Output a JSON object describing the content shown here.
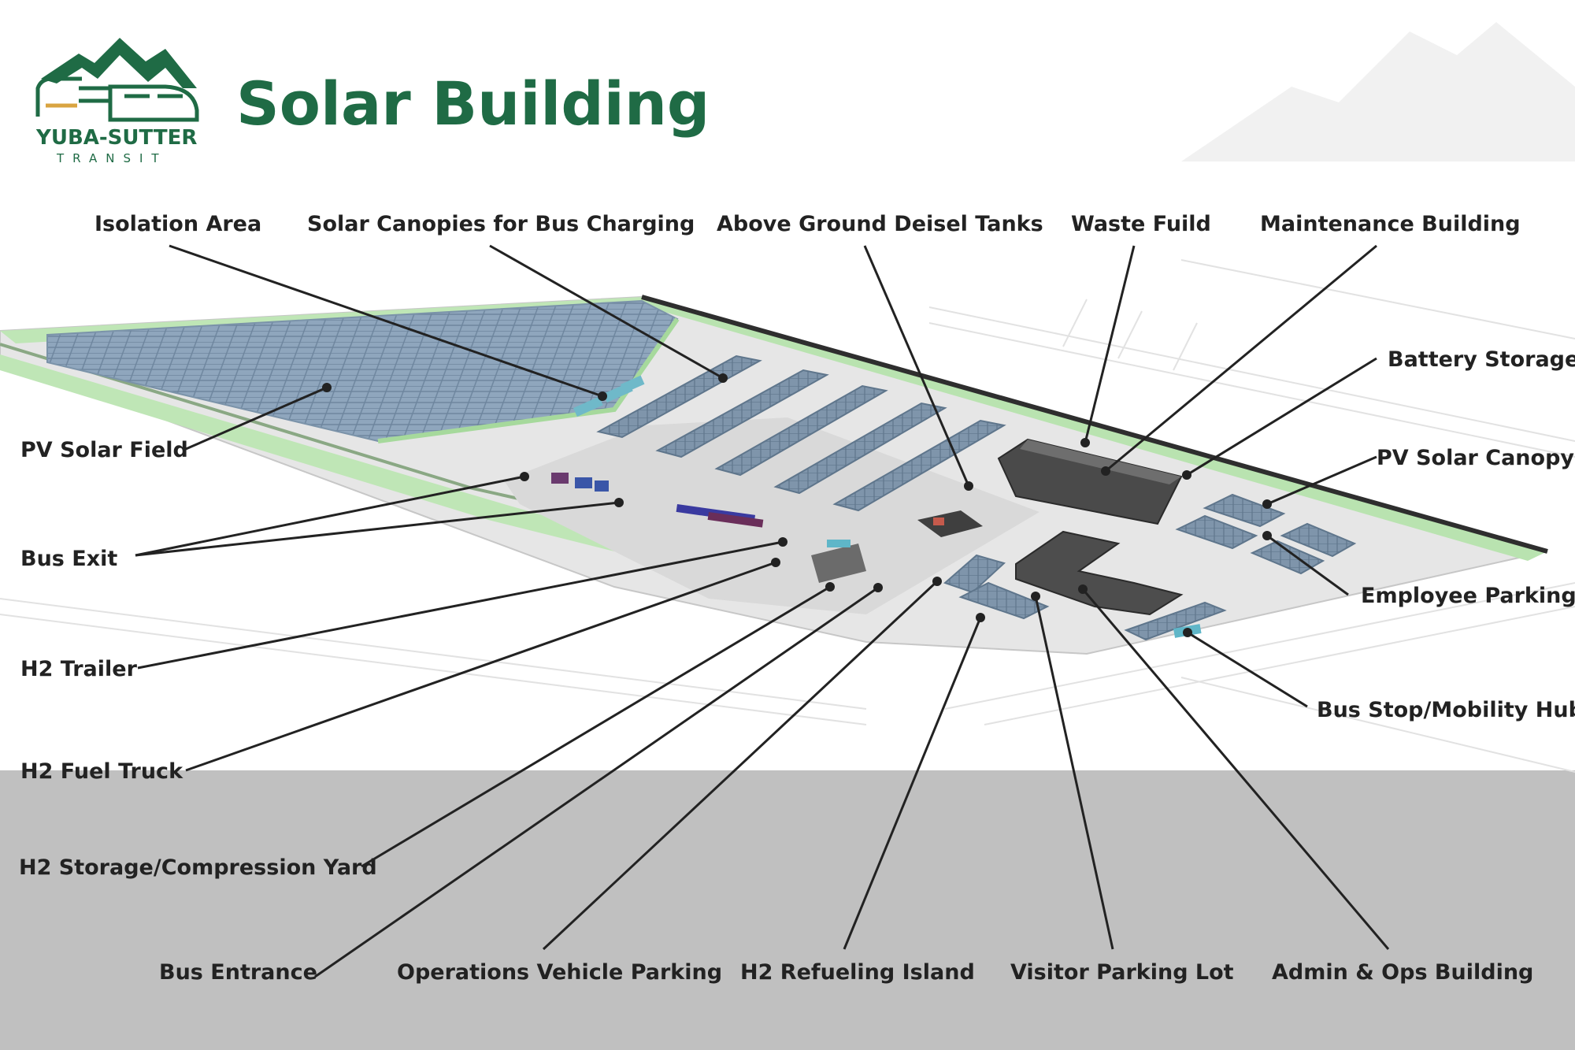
{
  "title": "Solar Building",
  "logo": {
    "name": "YUBA-SUTTER",
    "sub": "TRANSIT"
  },
  "colors": {
    "brand_green": "#1f6b45",
    "accent_gold": "#d9a441",
    "label_text": "#222222",
    "lower_band": "#c0c0c0"
  },
  "icons": [
    "mountain-logo-icon",
    "bus-logo-icon"
  ],
  "labels": {
    "isolation_area": "Isolation Area",
    "solar_canopies": "Solar Canopies for Bus Charging",
    "diesel_tanks": "Above Ground Deisel Tanks",
    "waste_fluid": "Waste Fuild",
    "maintenance": "Maintenance Building",
    "battery": "Battery Storage",
    "pv_canopy": "PV Solar Canopy",
    "employee_parking": "Employee Parking",
    "bus_stop": "Bus Stop/Mobility Hub",
    "pv_field": "PV Solar Field",
    "bus_exit": "Bus Exit",
    "h2_trailer": "H2 Trailer",
    "h2_truck": "H2 Fuel Truck",
    "h2_storage": "H2 Storage/Compression Yard",
    "bus_entrance": "Bus Entrance",
    "ops_parking": "Operations Vehicle Parking",
    "h2_refuel": "H2 Refueling Island",
    "visitor_parking": "Visitor Parking Lot",
    "admin": "Admin & Ops Building"
  }
}
